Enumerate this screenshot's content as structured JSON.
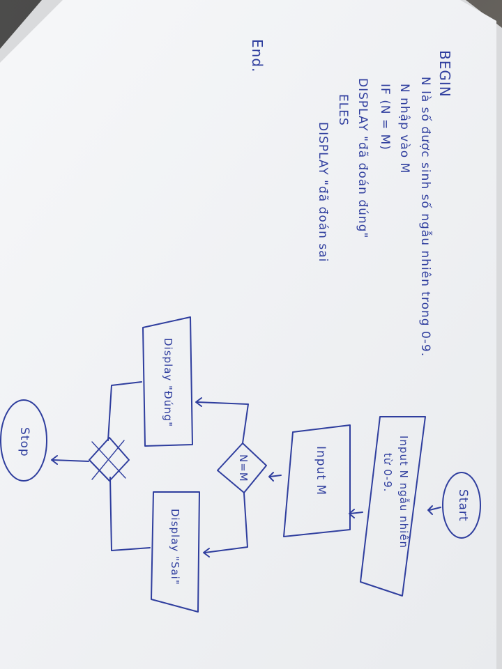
{
  "pseudocode": {
    "begin": "BEGIN",
    "line1": "N là số được sinh số ngẫu nhiên trong 0-9.",
    "line2": "N nhập vào M",
    "line3": "IF (N = M)",
    "line4": "DISPLAY \"đã đoán đúng\"",
    "line5": "ELES",
    "line6": "DISPLAY \"đã đoán sai",
    "line7": "End."
  },
  "flowchart": {
    "start": "Start",
    "input_n_1": "Input N ngẫu nhiên",
    "input_n_2": "từ 0-9.",
    "input_m": "Input M",
    "condition": "N=M",
    "display_wrong": "Display \"Sai\"",
    "display_right": "Display \"Đúng\"",
    "stop": "Stop"
  },
  "colors": {
    "ink": "#2f3e9e",
    "paper": "#f4f5f7"
  }
}
